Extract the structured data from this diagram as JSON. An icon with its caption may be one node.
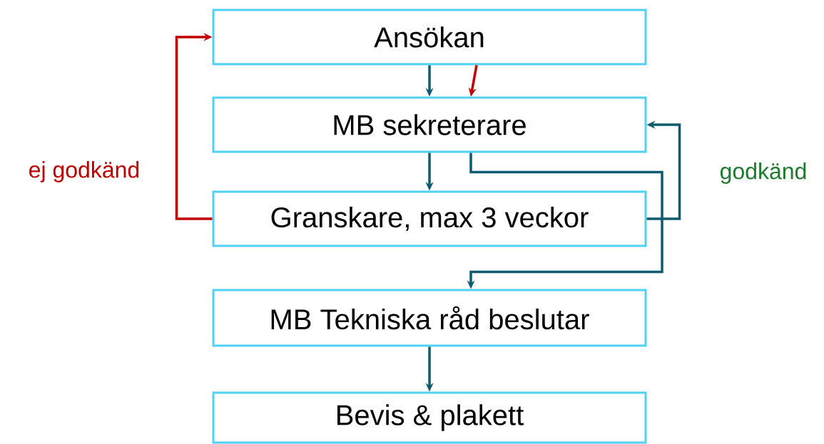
{
  "diagram": {
    "nodes": [
      {
        "text": [
          "Ansökan"
        ]
      },
      {
        "text": [
          "MB sekreterare"
        ]
      },
      {
        "text": [
          "Granskare, max 3 veckor"
        ]
      },
      {
        "text": [
          "MB Tekniska råd beslutar"
        ]
      },
      {
        "text": [
          "Bevis & plakett"
        ]
      }
    ],
    "edges": [
      {
        "from": 0,
        "to": 1,
        "arrow": "to"
      },
      {
        "from": 0,
        "to": 1,
        "arrow": "to",
        "color": "#c00000"
      },
      {
        "from": 1,
        "to": 2,
        "arrow": "to"
      },
      {
        "from": 1,
        "to": 3,
        "arrow": "to"
      },
      {
        "from": 2,
        "to": 0,
        "arrow": "to",
        "label": "ej godkänd",
        "color": "#c00000"
      },
      {
        "from": 2,
        "to": 1,
        "arrow": "to",
        "label": "godkänd"
      },
      {
        "from": 3,
        "to": 4,
        "arrow": "to"
      }
    ]
  }
}
